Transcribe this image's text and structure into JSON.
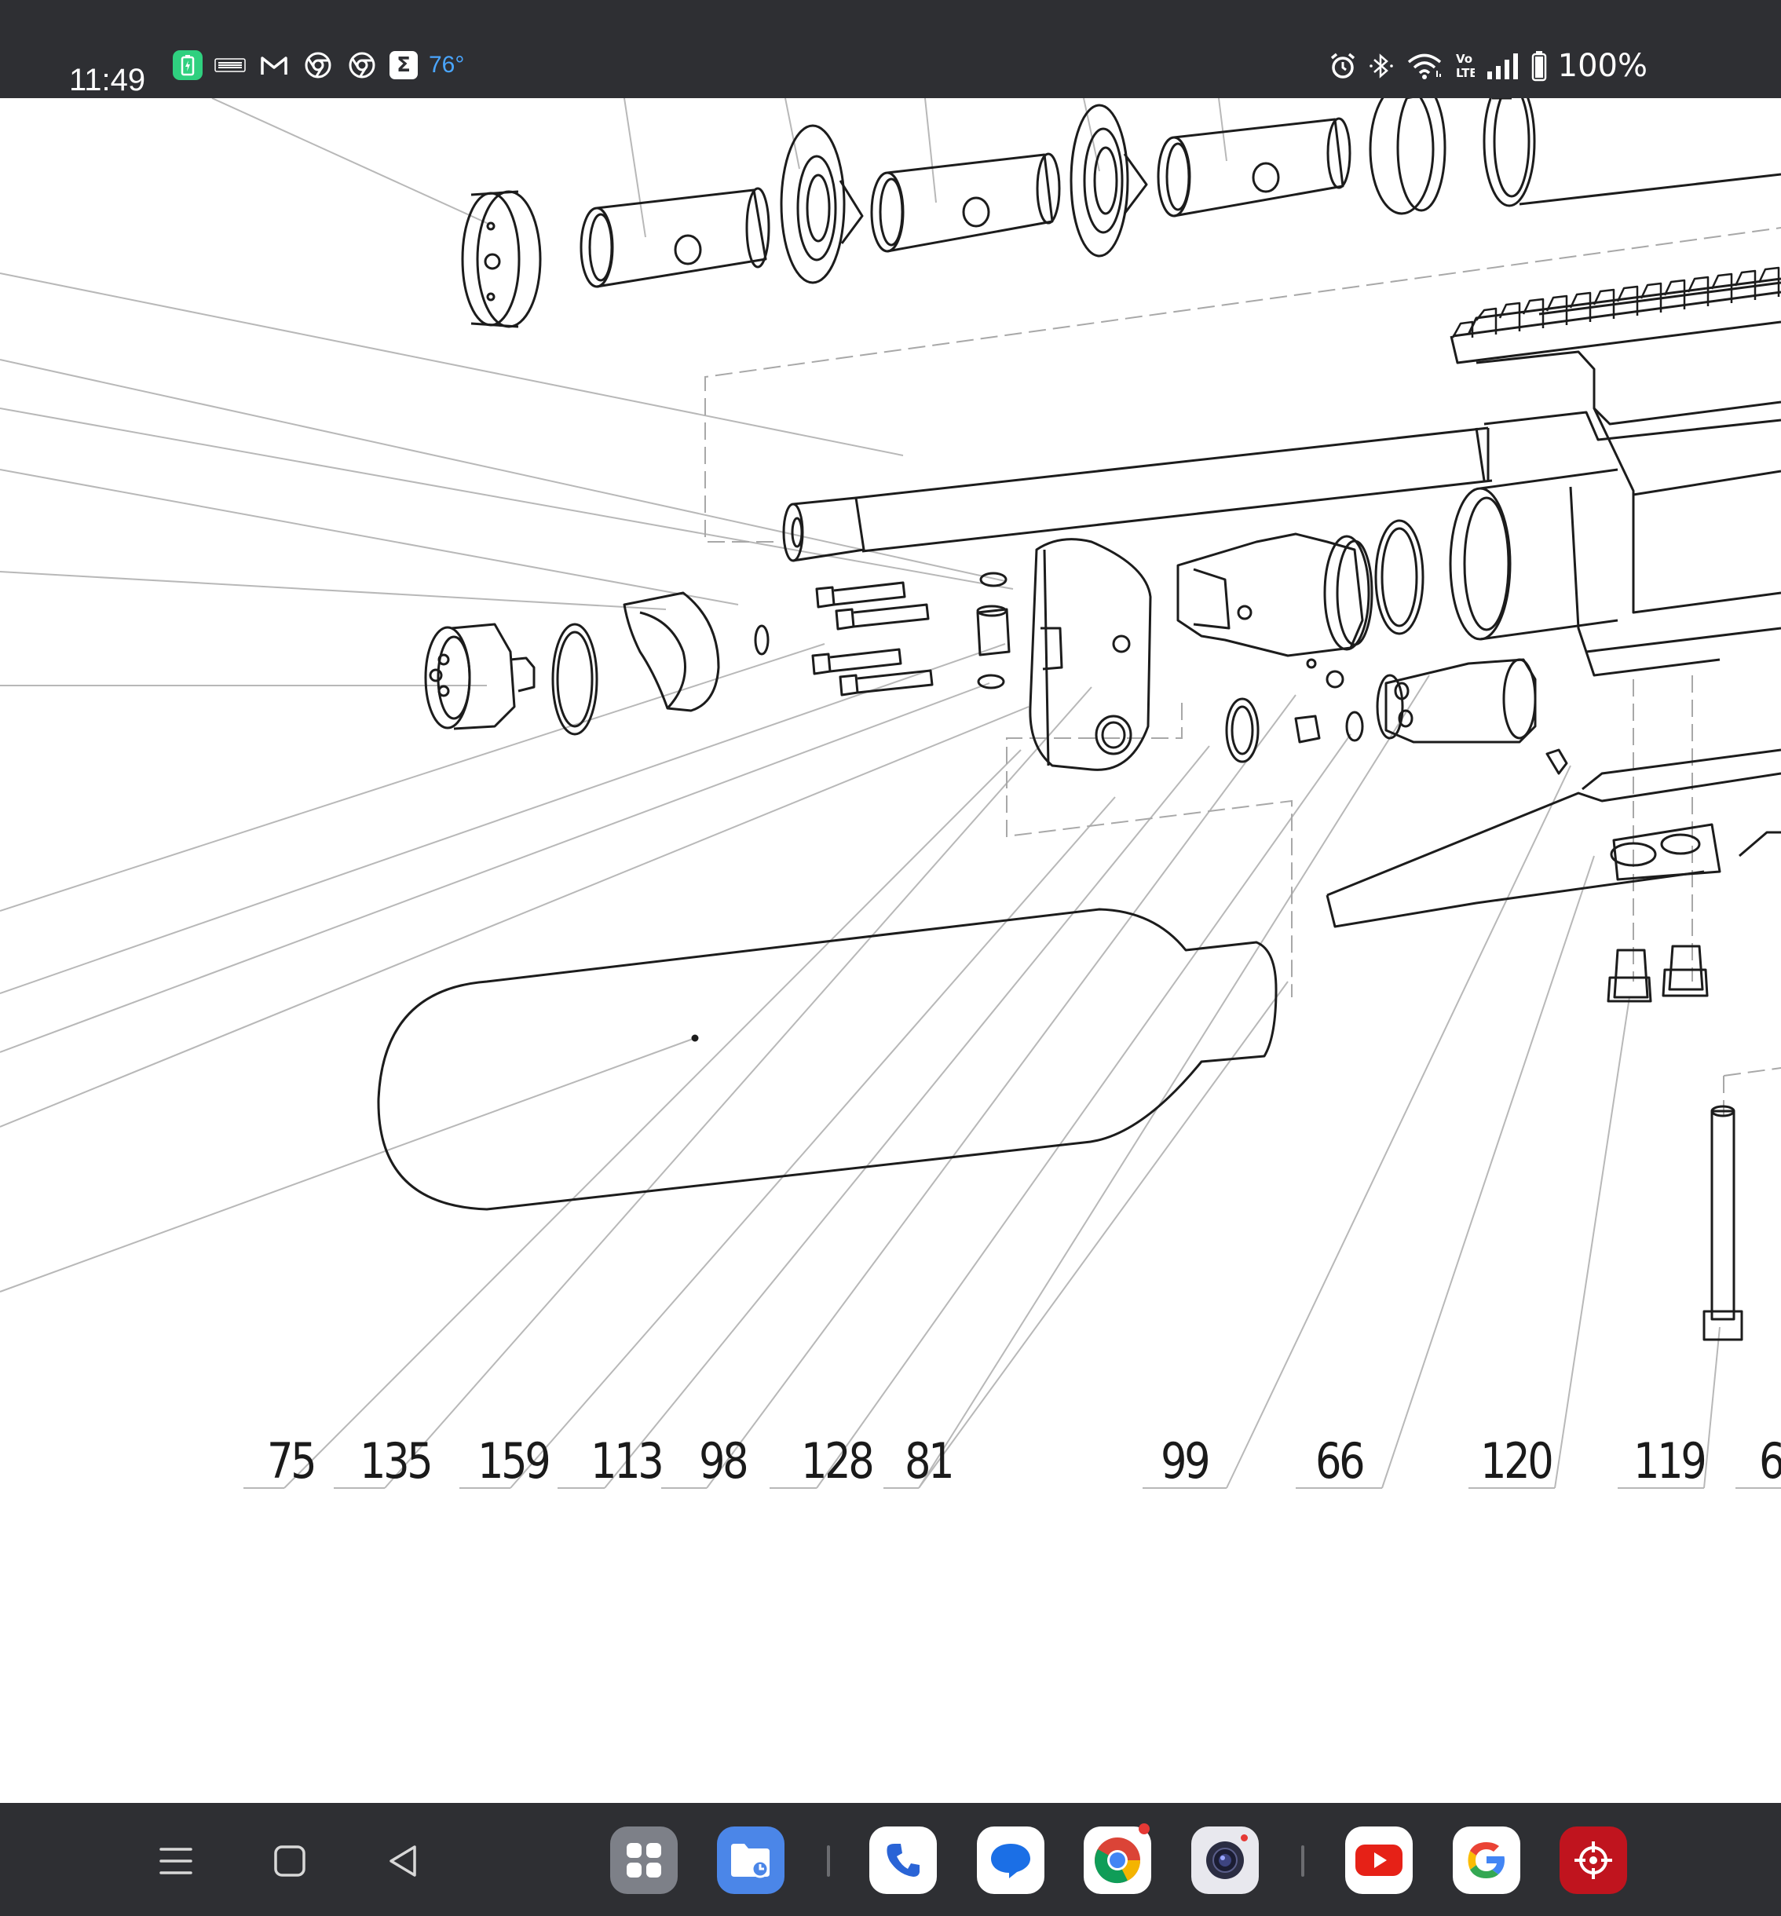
{
  "status_bar": {
    "time": "11:49",
    "notification_icons": [
      "battery-charging-icon",
      "news-icon",
      "gmail-icon",
      "chrome-icon",
      "chrome-icon",
      "sigma-app-icon"
    ],
    "temperature": "76°",
    "system_icons": [
      "alarm-icon",
      "bluetooth-icon",
      "wifi-icon",
      "volte-icon",
      "signal-icon",
      "battery-icon"
    ],
    "battery_percent": "100%"
  },
  "diagram": {
    "part_labels": [
      "75",
      "135",
      "159",
      "113",
      "98",
      "128",
      "81",
      "99",
      "66",
      "120",
      "119",
      "6"
    ]
  },
  "navigation_bar": {
    "buttons": [
      "recent-apps",
      "home",
      "back"
    ],
    "dock_apps": [
      "app-drawer",
      "my-files",
      "phone",
      "messages",
      "chrome",
      "camera",
      "youtube",
      "google",
      "target-app"
    ]
  },
  "colors": {
    "status_bar_bg": "#2e2f33",
    "temperature": "#4aa6ff",
    "battery_notif": "#2fd07f",
    "youtube_red": "#e62117",
    "target_app_red": "#c0141e"
  }
}
